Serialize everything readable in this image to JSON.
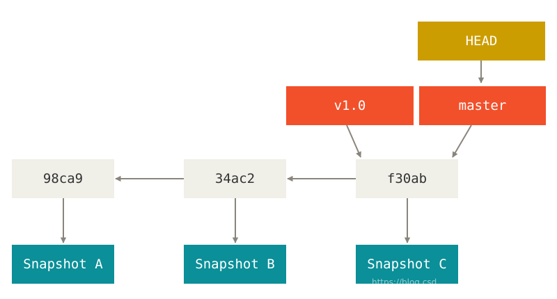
{
  "refs": {
    "head": "HEAD",
    "tag": "v1.0",
    "branch": "master"
  },
  "commits": [
    "98ca9",
    "34ac2",
    "f30ab"
  ],
  "snapshots": [
    "Snapshot A",
    "Snapshot B",
    "Snapshot C"
  ],
  "watermark": "https://blog.csd",
  "colors": {
    "commit_fill": "#f0efe8",
    "snapshot_fill": "#0b8f98",
    "ref_fill": "#f2502b",
    "head_fill": "#cc9d00",
    "arrow": "#8a857c"
  }
}
